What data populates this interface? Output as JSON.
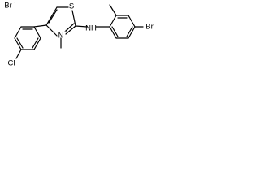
{
  "molecule": {
    "counterion": "Br",
    "counterion_charge": "-",
    "atoms": {
      "chlorine": "Cl",
      "ring_nitrogen": "N",
      "ring_nitrogen_charge": "+",
      "sulfur": "S",
      "amine": "NH",
      "bromine": "Br"
    }
  }
}
